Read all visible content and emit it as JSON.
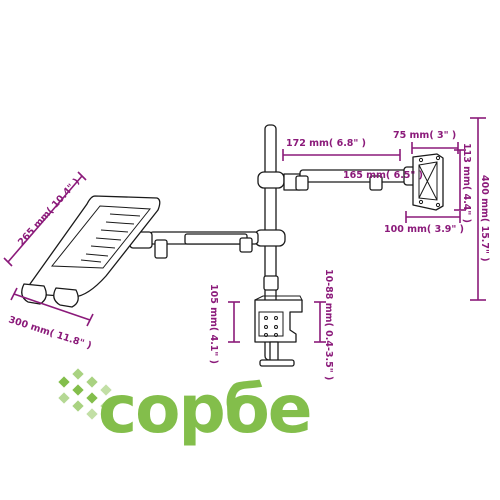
{
  "dimensions": {
    "arm_length": "172 mm( 6.8\" )",
    "arm_inner": "165 mm( 6.5\" )",
    "vesa_small": "75 mm( 3\" )",
    "vesa_large": "100 mm( 3.9\" )",
    "plate_height": "113 mm( 4.4\" )",
    "pole_height": "400 mm( 15.7\" )",
    "tray_depth": "265 mm( 10.4\" )",
    "tray_width": "300 mm( 11.8\" )",
    "clamp_height": "105 mm( 4.1\" )",
    "clamp_opening": "10-88 mm( 0.4-3.5\" )"
  },
  "watermark": {
    "text": "сорбе",
    "color": "#7dbb42"
  }
}
